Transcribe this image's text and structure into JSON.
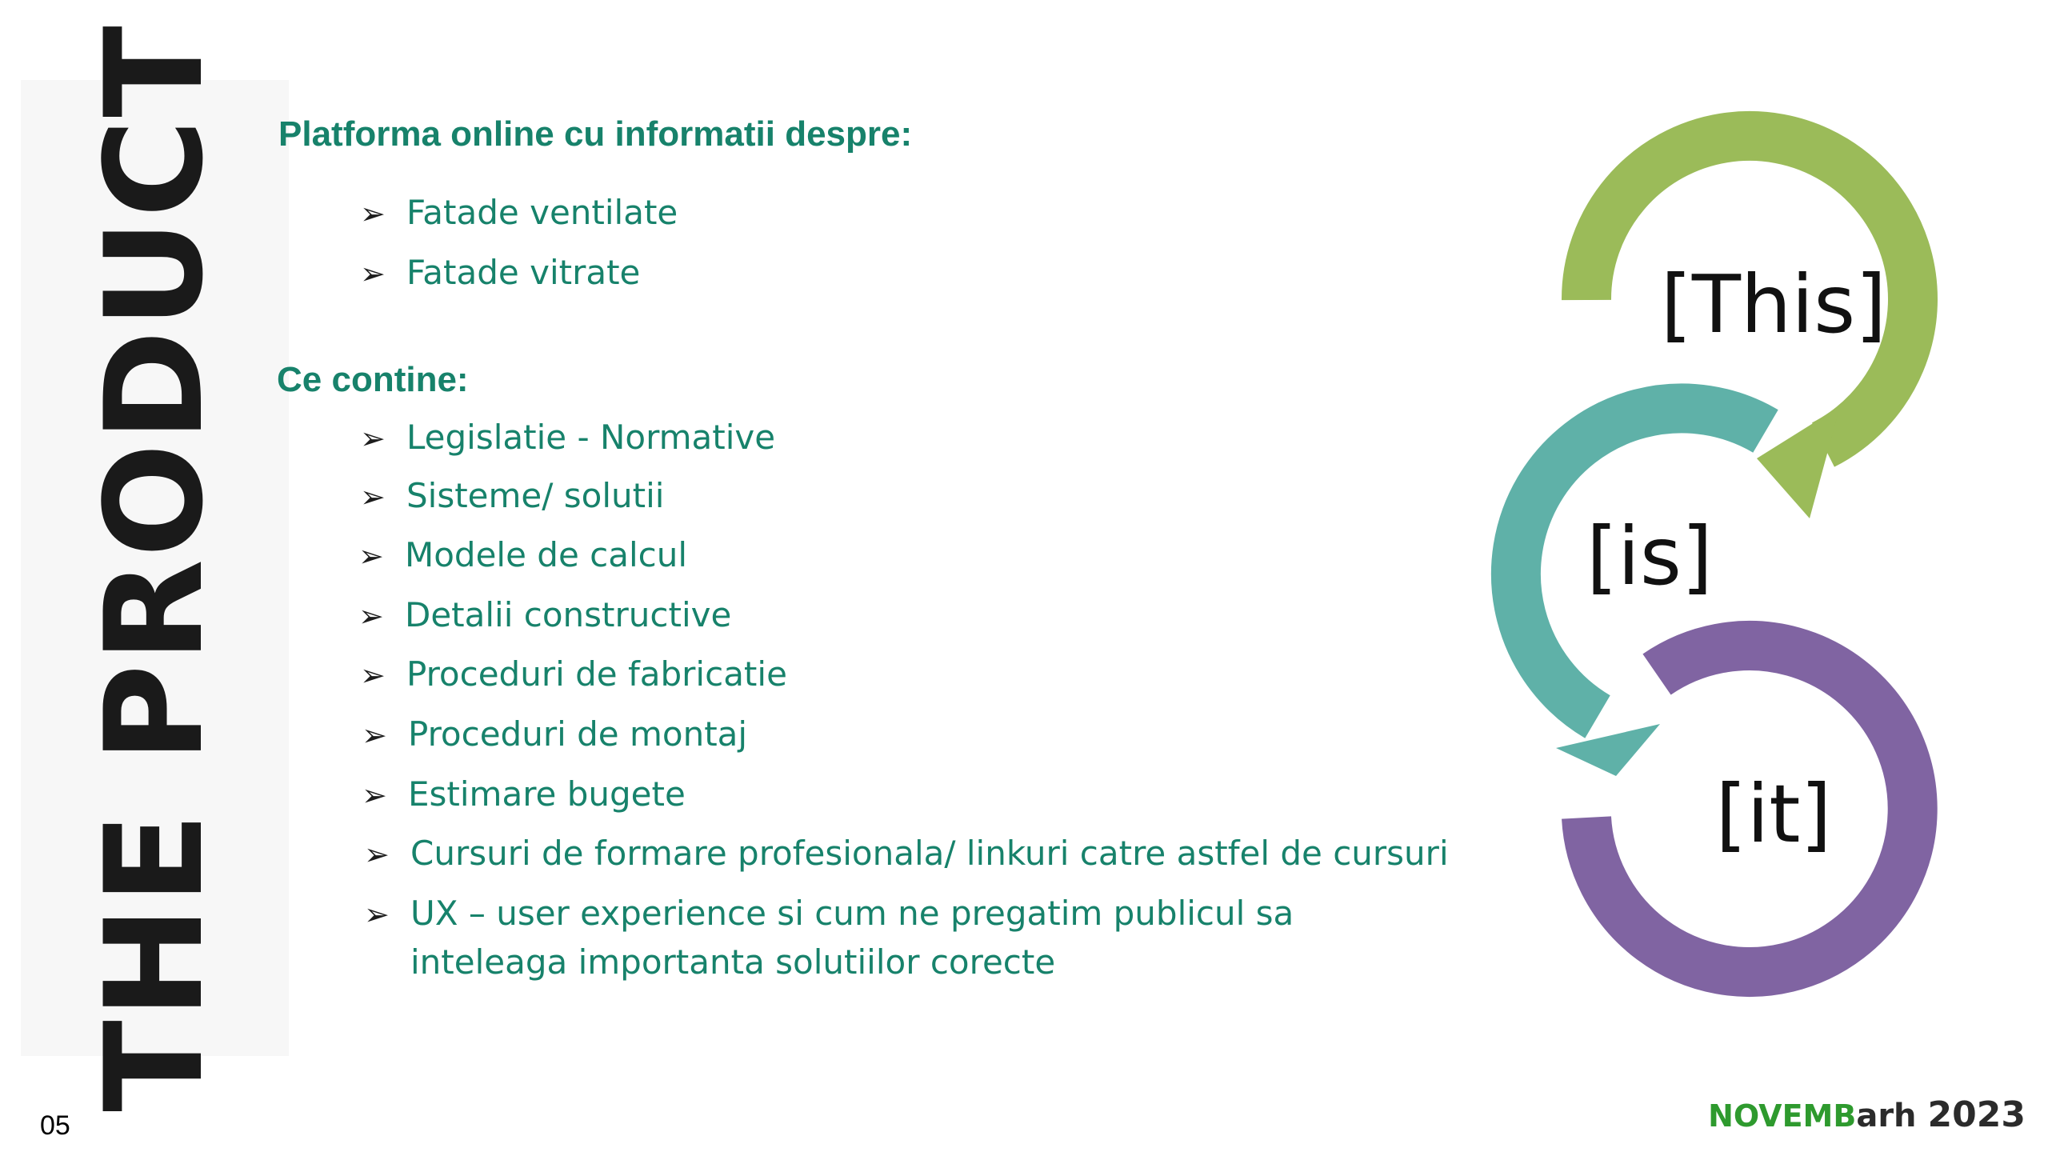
{
  "side_title": "THE PRODUCT",
  "section1": {
    "heading": "Platforma online cu informatii despre:",
    "items": [
      "Fatade ventilate",
      "Fatade vitrate"
    ]
  },
  "section2": {
    "heading": "Ce contine:",
    "items": [
      "Legislatie - Normative",
      "Sisteme/ solutii",
      "Modele de calcul",
      "Detalii constructive",
      "Proceduri de fabricatie",
      "Proceduri de montaj",
      "Estimare bugete",
      "Cursuri de formare profesionala/ linkuri catre astfel de cursuri"
    ],
    "last_item": {
      "line1": "UX – user experience si cum ne pregatim publicul sa",
      "line2": "inteleaga importanta solutiilor corecte"
    }
  },
  "bullet_icon": "arrowhead-bullet-icon",
  "cycle": {
    "labels": [
      "[This]",
      "[is]",
      "[it]"
    ],
    "colors": [
      "#9bbb59",
      "#5fb1a8",
      "#8064a2"
    ]
  },
  "page_number": "05",
  "brand": {
    "part1": "NOVEMB",
    "part2": "arh",
    "year": "2023"
  }
}
